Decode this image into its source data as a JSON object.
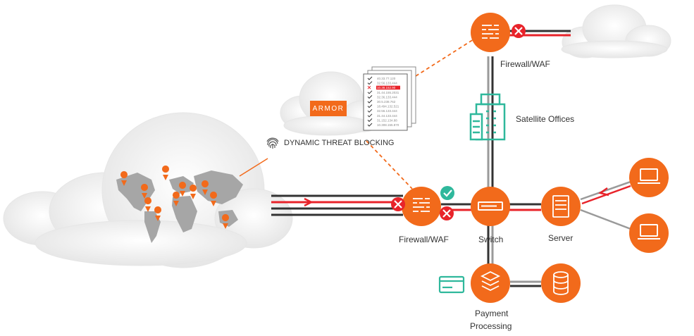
{
  "labels": {
    "firewall_top": "Firewall/WAF",
    "satellite_offices": "Satellite Offices",
    "dynamic_threat_blocking": "DYNAMIC THREAT BLOCKING",
    "armor_logo": "ARMOR",
    "firewall_main": "Firewall/WAF",
    "switch": "Switch",
    "server": "Server",
    "payment_line1": "Payment",
    "payment_line2": "Processing"
  },
  "document_lines": [
    "40.33.77.120",
    "32.56.133.444",
    "10.38.152.90",
    "31.44.155.2031",
    "32.36.133.444",
    "30.5.238.762",
    "18.494.132.521",
    "32.56.133.444",
    "31.44.133.444",
    "31.152.134.88",
    "10.308.155.870"
  ],
  "colors": {
    "orange": "#f26a1b",
    "red": "#e8232a",
    "teal": "#2fb89c",
    "line_dark": "#333333",
    "line_gray": "#9a9a9a",
    "cloud": "#eeeeee",
    "pin": "#f26a1b"
  },
  "icons": {
    "firewall": "firewall-icon",
    "switch": "switch-icon",
    "server": "server-icon",
    "laptop": "laptop-icon",
    "database": "database-icon",
    "stack": "layers-icon",
    "card": "credit-card-icon",
    "building": "building-icon",
    "blocked": "x-circle-icon",
    "allowed": "check-circle-icon",
    "fingerprint": "fingerprint-icon",
    "pin": "map-pin-icon"
  }
}
